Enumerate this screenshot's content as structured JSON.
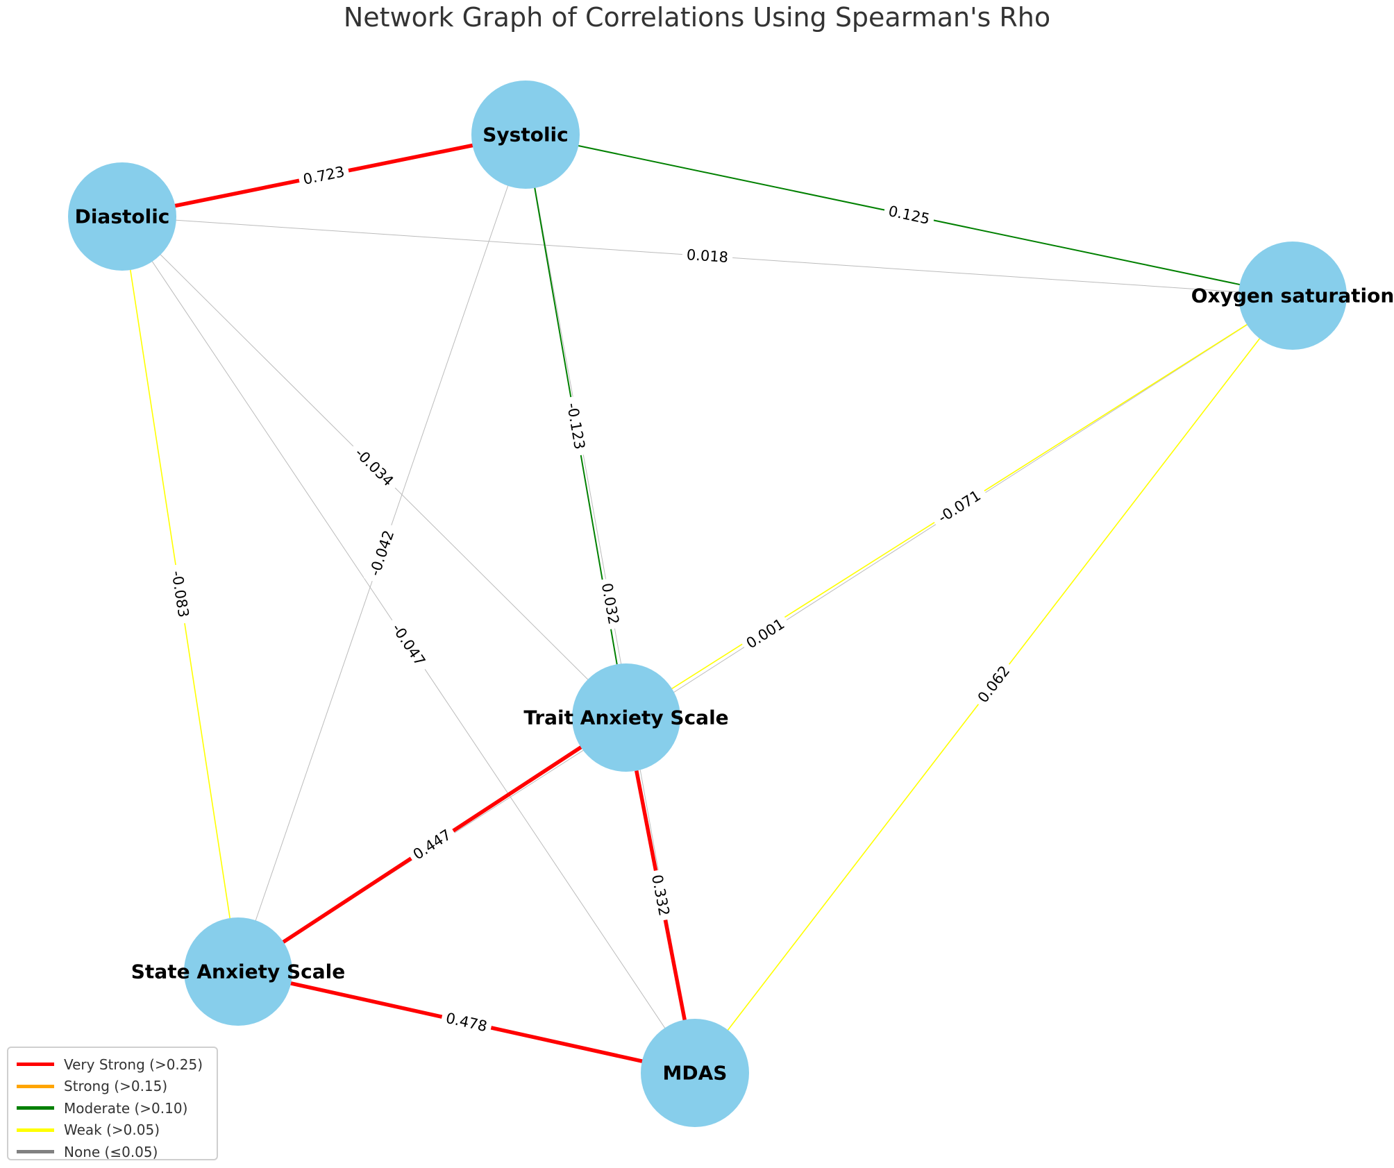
{
  "title": "Network Graph of Correlations Using Spearman's Rho",
  "colors": {
    "node_fill": "#87ceeb",
    "very_strong": "#ff0000",
    "strong": "#ffa500",
    "moderate": "#008000",
    "weak": "#ffff00",
    "none": "#bbbbbb"
  },
  "nodes": [
    {
      "id": "systolic",
      "label": "Systolic"
    },
    {
      "id": "diastolic",
      "label": "Diastolic"
    },
    {
      "id": "oxygen",
      "label": "Oxygen saturation"
    },
    {
      "id": "trait",
      "label": "Trait Anxiety Scale"
    },
    {
      "id": "state",
      "label": "State Anxiety Scale"
    },
    {
      "id": "mdas",
      "label": "MDAS"
    }
  ],
  "edges": [
    {
      "source": "systolic",
      "target": "diastolic",
      "rho": "0.723",
      "strength": "very_strong"
    },
    {
      "source": "systolic",
      "target": "oxygen",
      "rho": "0.125",
      "strength": "moderate"
    },
    {
      "source": "systolic",
      "target": "trait",
      "rho": "-0.123",
      "strength": "moderate"
    },
    {
      "source": "systolic",
      "target": "state",
      "rho": "-0.042",
      "strength": "none"
    },
    {
      "source": "systolic",
      "target": "mdas",
      "rho": "0.032",
      "strength": "none"
    },
    {
      "source": "diastolic",
      "target": "oxygen",
      "rho": "0.018",
      "strength": "none"
    },
    {
      "source": "diastolic",
      "target": "trait",
      "rho": "-0.034",
      "strength": "none"
    },
    {
      "source": "diastolic",
      "target": "state",
      "rho": "-0.083",
      "strength": "weak"
    },
    {
      "source": "diastolic",
      "target": "mdas",
      "rho": "-0.047",
      "strength": "none"
    },
    {
      "source": "oxygen",
      "target": "trait",
      "rho": "-0.071",
      "strength": "weak"
    },
    {
      "source": "oxygen",
      "target": "state",
      "rho": "0.001",
      "strength": "none"
    },
    {
      "source": "oxygen",
      "target": "mdas",
      "rho": "0.062",
      "strength": "weak"
    },
    {
      "source": "trait",
      "target": "state",
      "rho": "0.447",
      "strength": "very_strong"
    },
    {
      "source": "trait",
      "target": "mdas",
      "rho": "0.332",
      "strength": "very_strong"
    },
    {
      "source": "state",
      "target": "mdas",
      "rho": "0.478",
      "strength": "very_strong"
    }
  ],
  "legend": [
    {
      "label": "Very Strong (>0.25)",
      "strength": "very_strong"
    },
    {
      "label": "Strong (>0.15)",
      "strength": "strong"
    },
    {
      "label": "Moderate (>0.10)",
      "strength": "moderate"
    },
    {
      "label": "Weak (>0.05)",
      "strength": "weak"
    },
    {
      "label": "None (≤0.05)",
      "strength": "none"
    }
  ]
}
